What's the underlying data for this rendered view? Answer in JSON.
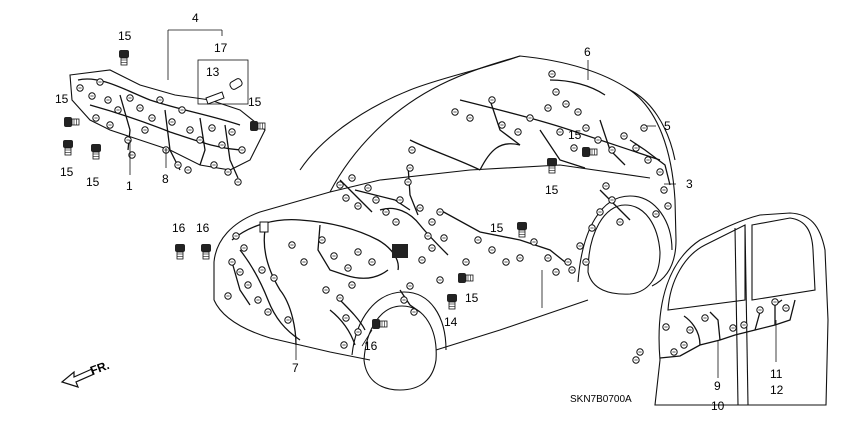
{
  "diagram": {
    "title": "",
    "part_code": "SKN7B0700A",
    "direction_label": "FR.",
    "callouts": {
      "c1": "1",
      "c3": "3",
      "c4": "4",
      "c5": "5",
      "c6": "6",
      "c7": "7",
      "c8": "8",
      "c9": "9",
      "c10": "10",
      "c11": "11",
      "c12": "12",
      "c13": "13",
      "c14": "14",
      "c15": "15",
      "c16": "16",
      "c17": "17"
    }
  }
}
